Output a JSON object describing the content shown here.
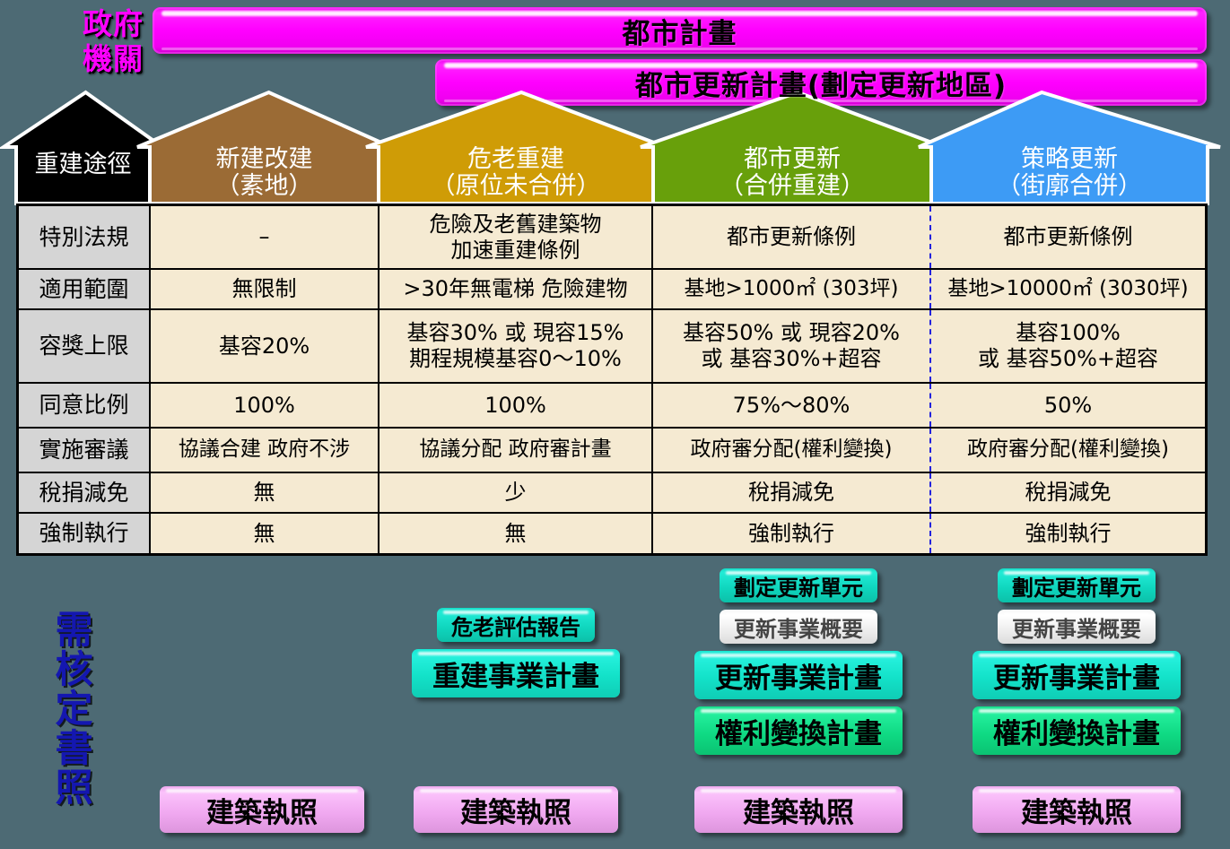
{
  "background_color": "#4d6a74",
  "top": {
    "gov_label": "政府機關",
    "banners": [
      {
        "label": "都市計畫"
      },
      {
        "label": "都市更新計畫(劃定更新地區)"
      }
    ]
  },
  "houses": [
    {
      "line1": "重建途徑",
      "line2": "",
      "color": "#000000"
    },
    {
      "line1": "新建改建",
      "line2": "（素地）",
      "color": "#9b6b35"
    },
    {
      "line1": "危老重建",
      "line2": "（原位未合併）",
      "color": "#cf9c06"
    },
    {
      "line1": "都市更新",
      "line2": "（合併重建）",
      "color": "#68a00b"
    },
    {
      "line1": "策略更新",
      "line2": "（街廓合併）",
      "color": "#3d9bf5"
    }
  ],
  "table": {
    "rows": [
      {
        "header": "特別法規",
        "cells": [
          "–",
          "危險及老舊建築物\n加速重建條例",
          "都市更新條例",
          "都市更新條例"
        ]
      },
      {
        "header": "適用範圍",
        "cells": [
          "無限制",
          ">30年無電梯 危險建物",
          "基地>1000㎡ (303坪)",
          "基地>10000㎡ (3030坪)"
        ]
      },
      {
        "header": "容獎上限",
        "cells": [
          "基容20%",
          "基容30% 或 現容15%\n期程規模基容0～10%",
          "基容50% 或 現容20%\n或 基容30%+超容",
          "基容100%\n或 基容50%+超容"
        ]
      },
      {
        "header": "同意比例",
        "cells": [
          "100%",
          "100%",
          "75%～80%",
          "50%"
        ]
      },
      {
        "header": "實施審議",
        "cells": [
          "協議合建 政府不涉",
          "協議分配 政府審計畫",
          "政府審分配(權利變換)",
          "政府審分配(權利變換)"
        ]
      },
      {
        "header": "稅捐減免",
        "cells": [
          "無",
          "少",
          "稅捐減免",
          "稅捐減免"
        ]
      },
      {
        "header": "強制執行",
        "cells": [
          "無",
          "無",
          "強制執行",
          "強制執行"
        ]
      }
    ]
  },
  "bottom": {
    "side_label": "需核定書照",
    "columns": [
      {
        "chips": [],
        "permit": "建築執照"
      },
      {
        "chips": [
          {
            "label": "危老評估報告",
            "style": "cyan-dark",
            "size": "small"
          },
          {
            "label": "重建事業計畫",
            "style": "cyan",
            "size": "big"
          }
        ],
        "permit": "建築執照"
      },
      {
        "chips": [
          {
            "label": "劃定更新單元",
            "style": "cyan-dark",
            "size": "small"
          },
          {
            "label": "更新事業概要",
            "style": "white",
            "size": "small"
          },
          {
            "label": "更新事業計畫",
            "style": "cyan",
            "size": "big"
          },
          {
            "label": "權利變換計畫",
            "style": "green",
            "size": "big"
          }
        ],
        "permit": "建築執照"
      },
      {
        "chips": [
          {
            "label": "劃定更新單元",
            "style": "cyan-dark",
            "size": "small"
          },
          {
            "label": "更新事業概要",
            "style": "white",
            "size": "small"
          },
          {
            "label": "更新事業計畫",
            "style": "cyan",
            "size": "big"
          },
          {
            "label": "權利變換計畫",
            "style": "green",
            "size": "big"
          }
        ],
        "permit": "建築執照"
      }
    ]
  }
}
